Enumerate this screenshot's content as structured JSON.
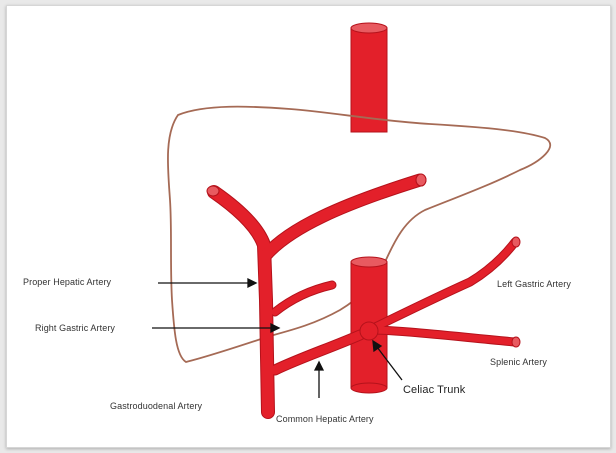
{
  "labels": {
    "proper_hepatic": "Proper Hepatic Artery",
    "right_gastric": "Right Gastric Artery",
    "gastroduodenal": "Gastroduodenal Artery",
    "common_hepatic": "Common Hepatic Artery",
    "celiac_trunk": "Celiac Trunk",
    "splenic": "Splenic Artery",
    "left_gastric": "Left Gastric Artery"
  },
  "colors": {
    "artery": "#e3202a",
    "artery_edge": "#b5121b",
    "liver_outline": "#a56a55",
    "arrow": "#111111"
  }
}
